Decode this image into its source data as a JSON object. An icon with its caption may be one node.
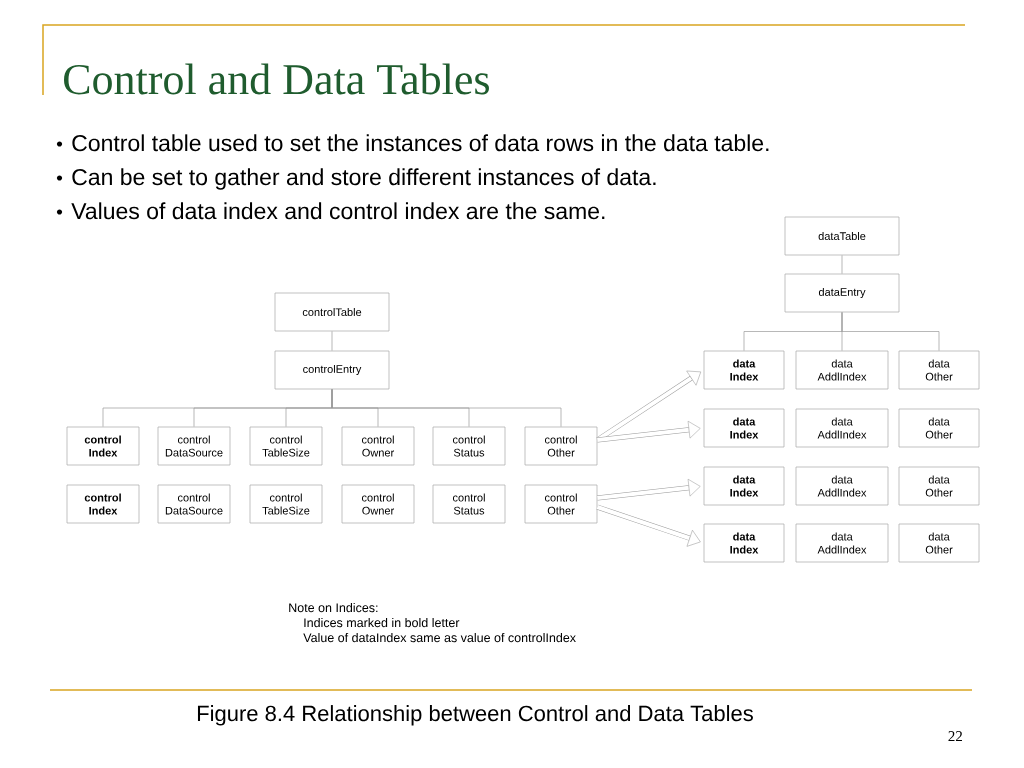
{
  "diagram": {
    "title": "Control and Data Tables",
    "caption": "Figure 8.4 Relationship between Control and Data Tables",
    "nodes": [
      {
        "text": [
          "controlTable"
        ]
      },
      {
        "text": [
          "controlEntry"
        ]
      },
      {
        "text": [
          "control Index"
        ]
      },
      {
        "text": [
          "control DataSource"
        ]
      },
      {
        "text": [
          "control TableSize"
        ]
      },
      {
        "text": [
          "control Owner"
        ]
      },
      {
        "text": [
          "control Status"
        ]
      },
      {
        "text": [
          "control Other"
        ]
      },
      {
        "text": [
          "control Index"
        ]
      },
      {
        "text": [
          "control DataSource"
        ]
      },
      {
        "text": [
          "control TableSize"
        ]
      },
      {
        "text": [
          "control Owner"
        ]
      },
      {
        "text": [
          "control Status"
        ]
      },
      {
        "text": [
          "control Other"
        ]
      },
      {
        "text": [
          "dataTable"
        ]
      },
      {
        "text": [
          "dataEntry"
        ]
      },
      {
        "text": [
          "data Index"
        ]
      },
      {
        "text": [
          "data AddlIndex"
        ]
      },
      {
        "text": [
          "data Other"
        ]
      },
      {
        "text": [
          "data Index"
        ]
      },
      {
        "text": [
          "data AddlIndex"
        ]
      },
      {
        "text": [
          "data Other"
        ]
      },
      {
        "text": [
          "data Index"
        ]
      },
      {
        "text": [
          "data AddlIndex"
        ]
      },
      {
        "text": [
          "data Other"
        ]
      },
      {
        "text": [
          "data Index"
        ]
      },
      {
        "text": [
          "data AddlIndex"
        ]
      },
      {
        "text": [
          "data Other"
        ]
      }
    ],
    "edges": [
      {
        "from": 0,
        "to": 1,
        "arrow": "none"
      },
      {
        "from": 1,
        "to": 2,
        "arrow": "none"
      },
      {
        "from": 1,
        "to": 3,
        "arrow": "none"
      },
      {
        "from": 1,
        "to": 4,
        "arrow": "none"
      },
      {
        "from": 1,
        "to": 5,
        "arrow": "none"
      },
      {
        "from": 1,
        "to": 6,
        "arrow": "none"
      },
      {
        "from": 1,
        "to": 7,
        "arrow": "none"
      },
      {
        "from": 14,
        "to": 15,
        "arrow": "none"
      },
      {
        "from": 15,
        "to": 16,
        "arrow": "none"
      },
      {
        "from": 15,
        "to": 17,
        "arrow": "none"
      },
      {
        "from": 15,
        "to": 18,
        "arrow": "none"
      },
      {
        "from": 7,
        "to": 16,
        "arrow": "to",
        "style": "thick"
      },
      {
        "from": 7,
        "to": 19,
        "arrow": "to",
        "style": "thick"
      },
      {
        "from": 13,
        "to": 22,
        "arrow": "to",
        "style": "thick"
      },
      {
        "from": 13,
        "to": 25,
        "arrow": "to",
        "style": "thick"
      }
    ],
    "labels": [
      "Control table used to set the instances of data rows in the data table.",
      "Can be set to gather and store different instances of data.",
      "Values of data index and control index are the same.",
      "Note on Indices:",
      "Indices marked in bold letter",
      "Value of dataIndex same as value of controlIndex",
      "22"
    ]
  }
}
